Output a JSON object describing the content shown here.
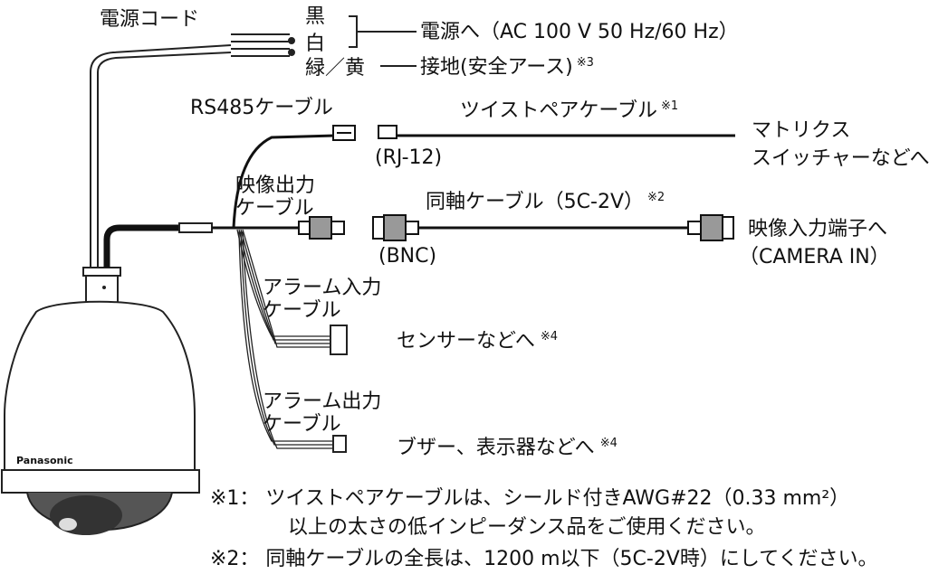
{
  "labels": {
    "power_cord": "電源コード",
    "black": "黒",
    "white": "白",
    "green_yellow": "緑／黄",
    "to_power": "電源へ（AC 100 V 50 Hz/60 Hz）",
    "ground": "接地(安全アース)",
    "ground_ref": "※3",
    "rs485_cable": "RS485ケーブル",
    "twisted_pair": "ツイストペアケーブル",
    "twisted_ref": "※1",
    "rj12": "(RJ-12)",
    "matrix_1": "マトリクス",
    "matrix_2": "スイッチャーなどへ",
    "video_out_1": "映像出力",
    "video_out_2": "ケーブル",
    "coax": "同軸ケーブル（5C-2V）",
    "coax_ref": "※2",
    "bnc": "(BNC)",
    "video_in_1": "映像入力端子へ",
    "video_in_2": "（CAMERA IN）",
    "alarm_in_1": "アラーム入力",
    "alarm_in_2": "ケーブル",
    "sensor": "センサーなどへ",
    "sensor_ref": "※4",
    "alarm_out_1": "アラーム出力",
    "alarm_out_2": "ケーブル",
    "buzzer": "ブザー、表示器などへ",
    "buzzer_ref": "※4",
    "brand": "Panasonic"
  },
  "notes": {
    "n1_line1": "※1： ツイストペアケーブルは、シールド付きAWG#22（0.33 mm²）",
    "n1_line2": "以上の太さの低インピーダンス品をご使用ください。",
    "n2_line1": "※2： 同軸ケーブルの全長は、1200 m以下（5C-2V時）にしてください。"
  }
}
